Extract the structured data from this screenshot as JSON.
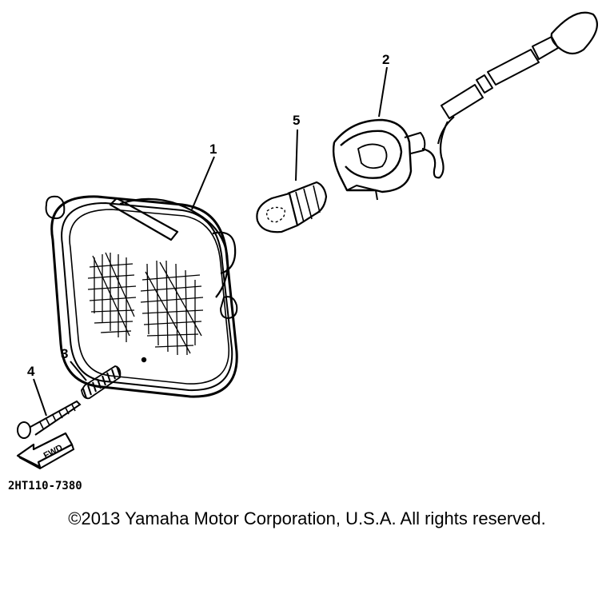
{
  "labels": {
    "part_1": "1",
    "part_2": "2",
    "part_3": "3",
    "part_4": "4",
    "part_5": "5",
    "fwd": "FWD",
    "diagram_code": "2HT110-7380"
  },
  "copyright": "©2013 Yamaha Motor Corporation, U.S.A. All rights reserved.",
  "colors": {
    "ink": "#000000",
    "background": "#ffffff"
  }
}
